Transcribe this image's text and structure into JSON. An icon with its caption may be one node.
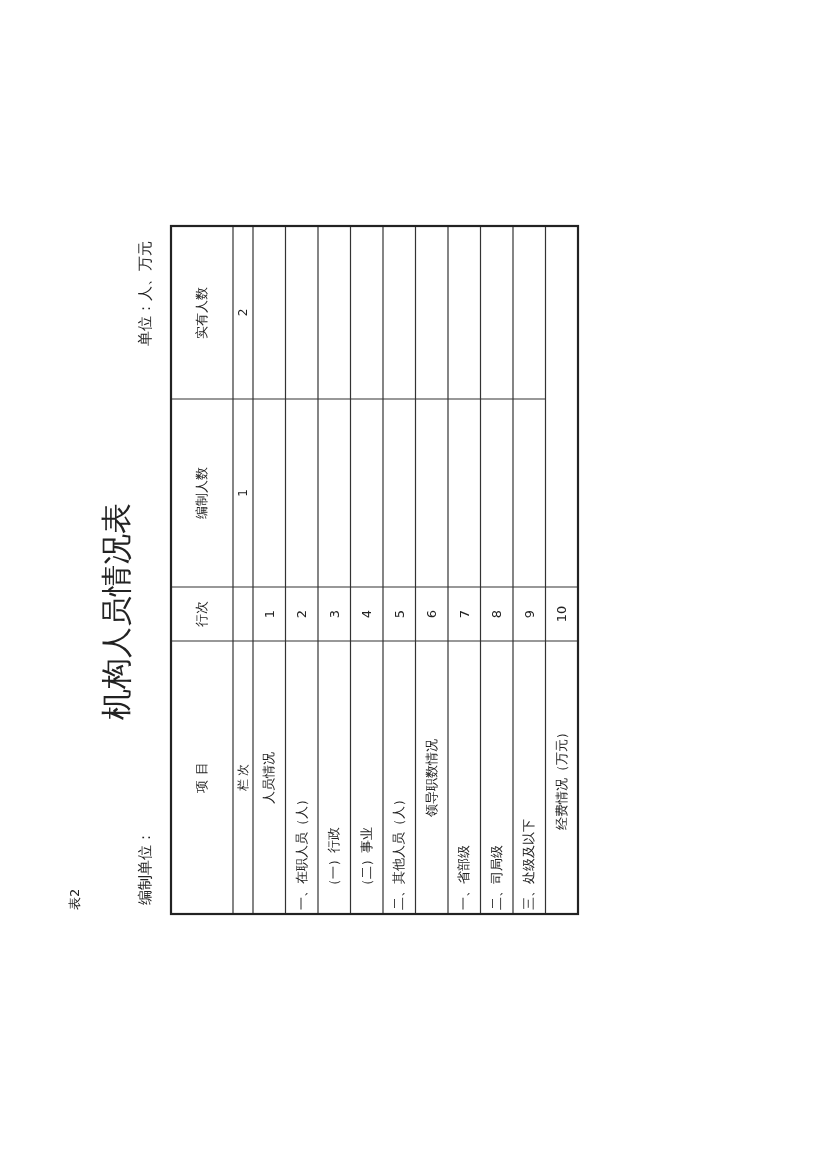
{
  "diagram": {
    "title": "机构人员情况表",
    "labels": [
      "表2",
      "编制单位：",
      "单位：人、万元",
      "项 目",
      "行次",
      "编制人数",
      "实有人数",
      "栏 次",
      "1",
      "2",
      "人员情况",
      "1",
      "一、在职人员（人）",
      "2",
      "（一）行政",
      "3",
      "（二）事业",
      "4",
      "二、其他人员（人）",
      "5",
      "领导职数情况",
      "6",
      "一、省部级",
      "7",
      "二、司局级",
      "8",
      "三、处级及以下",
      "9",
      "经费情况（万元）",
      "10"
    ]
  }
}
